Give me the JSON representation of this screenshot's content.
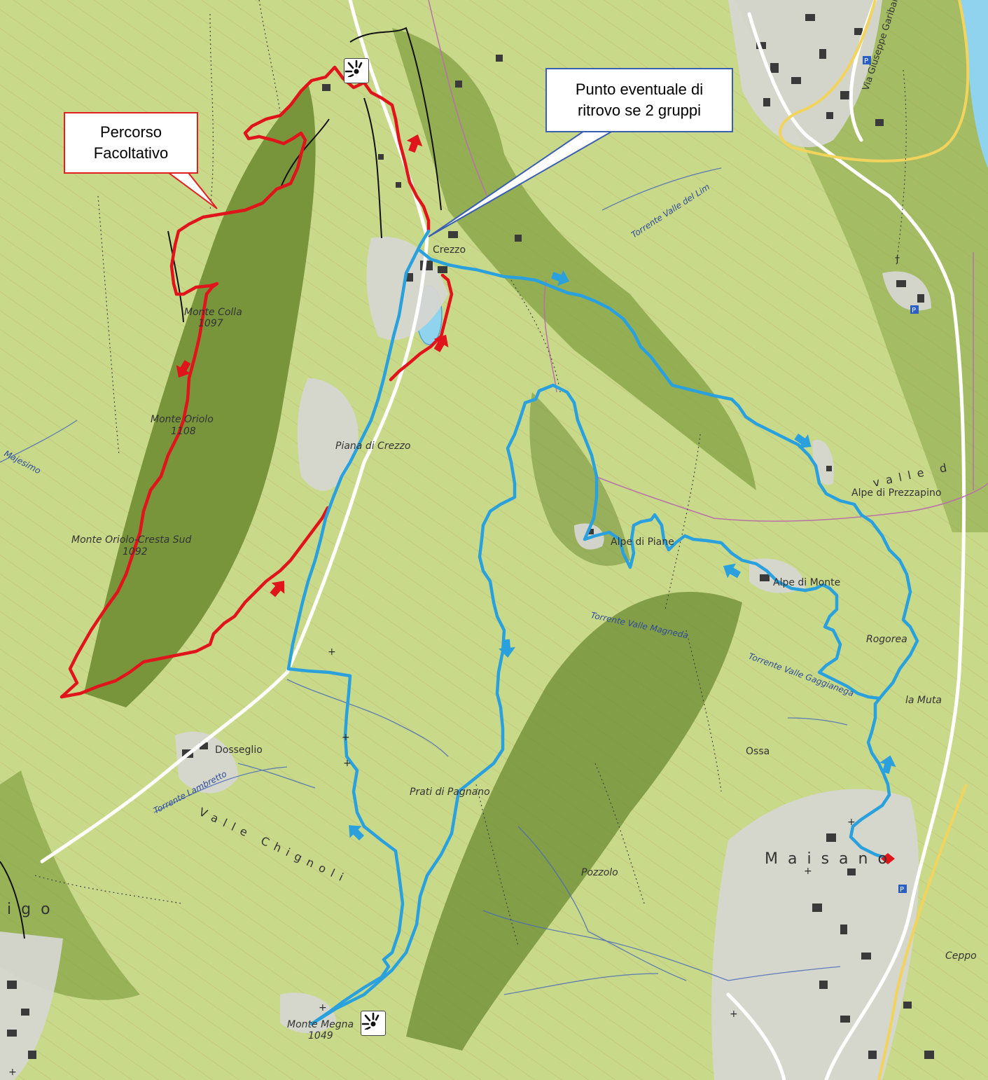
{
  "callouts": {
    "optional_route": {
      "line1": "Percorso",
      "line2": "Facoltativo",
      "border_color": "#e02020"
    },
    "meeting_point": {
      "line1": "Punto eventuale di",
      "line2": "ritrovo se 2 gruppi",
      "border_color": "#3a5fb0"
    }
  },
  "places": {
    "crezzo": "Crezzo",
    "piana_di_crezzo": "Piana di Crezzo",
    "monte_colla": "Monte Colla",
    "monte_colla_elev": "1097",
    "monte_oriolo": "Monte Oriolo",
    "monte_oriolo_elev": "1108",
    "monte_oriolo_cresta_sud": "Monte Oriolo-Cresta Sud",
    "monte_oriolo_cresta_sud_elev": "1092",
    "alpe_di_prezzapino": "Alpe di Prezzapino",
    "alpe_di_pianu": "Alpe di Piane",
    "alpe_di_monte": "Alpe di Monte",
    "rogorea": "Rogorea",
    "la_muta": "la Muta",
    "ossa": "Ossa",
    "dosseglio": "Dosseglio",
    "prati_di_pagnano": "Prati di Pagnano",
    "pozzolo": "Pozzolo",
    "monte_megna": "Monte Megna",
    "monte_megna_elev": "1049",
    "ceppo": "Ceppo",
    "maisano": "Maisano",
    "village_left": "igo",
    "valle_chignoli": "Valle Chignoli",
    "valle_d": "valle d",
    "street_garibaldi": "Via Giuseppe Garibaldi"
  },
  "streams": {
    "valle_del_lim": "Torrente Valle del Lim",
    "valle_magneda": "Torrente Valle Magneda",
    "valle_gaggianega": "Torrente Valle Gaggianega",
    "lambretto": "Torrente Lambretto",
    "majesimo": "Majesimo"
  },
  "colors": {
    "terrain": "#c9d98a",
    "forest": "#7c9a3e",
    "route_red": "#e0141b",
    "route_blue": "#2aa1dc",
    "water": "#8fd3ee",
    "road": "#ffffff"
  },
  "icons": [
    "viewpoint-icon",
    "parking-icon",
    "church-icon",
    "direction-arrow-icon"
  ]
}
